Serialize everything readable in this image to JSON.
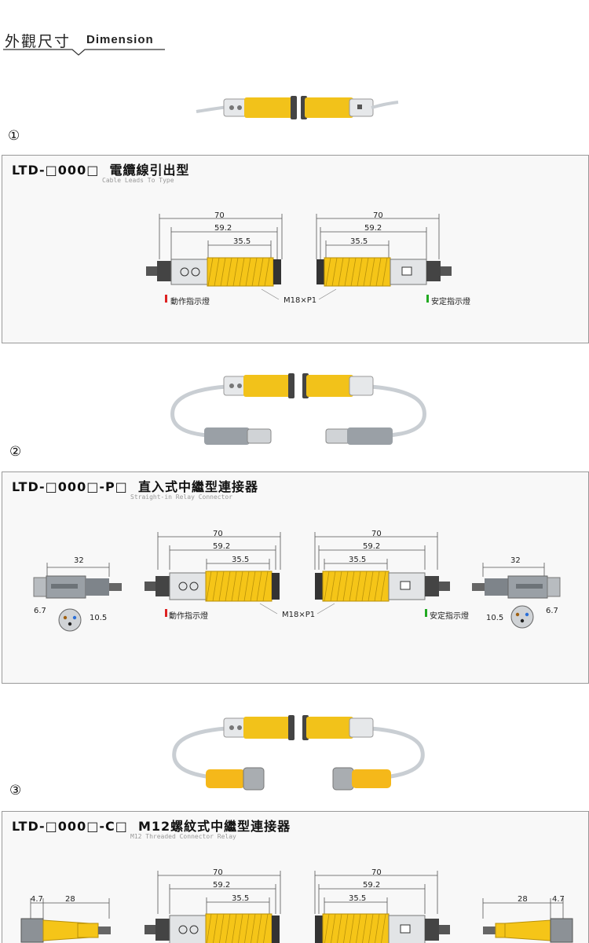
{
  "header": {
    "title_cjk": "外觀尺寸",
    "title_en": "Dimension"
  },
  "sections": [
    {
      "number": "①",
      "model": "LTD-□000□",
      "name": "電纜線引出型",
      "subtitle": "Cable Leads To Type"
    },
    {
      "number": "②",
      "model": "LTD-□000□-P□",
      "name": "直入式中繼型連接器",
      "subtitle": "Straight-in Relay Connector"
    },
    {
      "number": "③",
      "model": "LTD-□000□-C□",
      "name": "M12螺紋式中繼型連接器",
      "subtitle": "M12 Threaded Connector Relay"
    }
  ],
  "dims": {
    "total": "70",
    "body": "59.2",
    "thread": "35.5",
    "thread_spec": "M18×P1"
  },
  "labels": {
    "emitter_led": "動作指示燈",
    "receiver_led": "安定指示燈"
  },
  "connector_p": {
    "length": "32",
    "pin": "6.7",
    "diameter": "10.5"
  },
  "connector_c": {
    "length": "28",
    "nut": "4.7"
  },
  "colors": {
    "yellow": "#f5c518",
    "red": "#d22",
    "green": "#2a2"
  }
}
